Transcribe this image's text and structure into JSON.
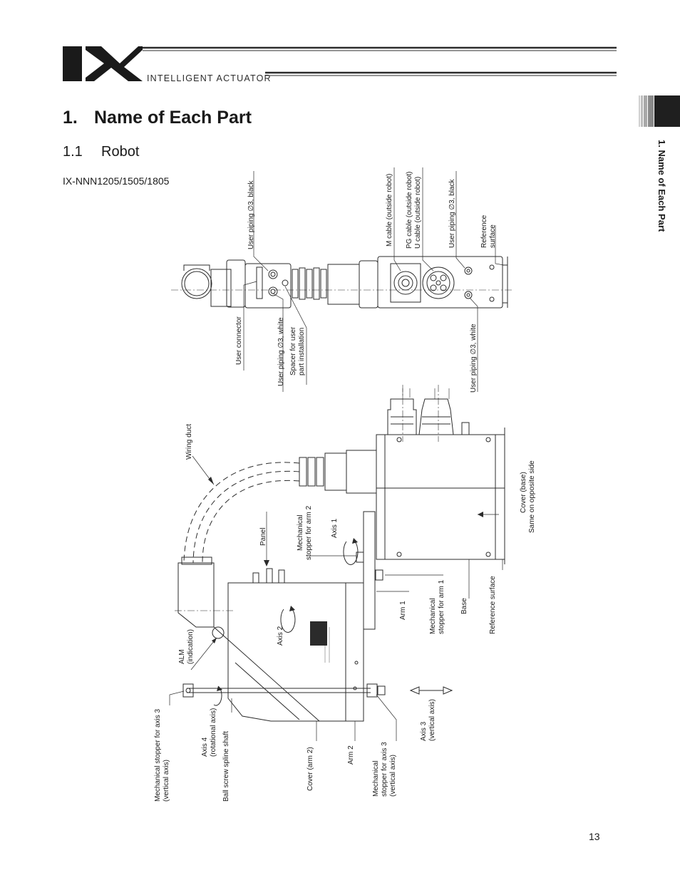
{
  "header": {
    "brand_text": "INTELLIGENT ACTUATOR"
  },
  "side_tab": {
    "label": "1. Name of Each Part"
  },
  "section": {
    "number": "1.",
    "title": "Name of Each Part"
  },
  "subsection": {
    "number": "1.1",
    "title": "Robot"
  },
  "model": "IX-NNN1205/1505/1805",
  "diagram": {
    "top_view_labels": {
      "user_piping_black_left": "User piping ∅3, black",
      "user_connector": "User connector",
      "user_piping_white_left": "User piping ∅3, white",
      "spacer_line1": "Spacer for user",
      "spacer_line2": "part installation",
      "m_cable": "M cable (outside robot)",
      "pg_cable": "PG cable (outside robot)",
      "u_cable": "U cable (outside robot)",
      "user_piping_black_right": "User piping ∅3, black",
      "reference_surface_line1": "Reference",
      "reference_surface_line2": "surface",
      "user_piping_white_right": "User piping ∅3, white"
    },
    "side_view_labels": {
      "wiring_duct": "Wiring duct",
      "panel": "Panel",
      "mech_stopper_arm2_line1": "Mechanical",
      "mech_stopper_arm2_line2": "stopper for arm 2",
      "axis1": "Axis 1",
      "cover_base_line1": "Cover (base)",
      "cover_base_line2": "Same on opposite side",
      "alm_line1": "ALM",
      "alm_line2": "(indication)",
      "axis2": "Axis 2",
      "arm1": "Arm 1",
      "mech_stopper_arm1_line1": "Mechanical",
      "mech_stopper_arm1_line2": "stopper for arm 1",
      "base": "Base",
      "reference_surface": "Reference surface",
      "mech_stopper_axis3_line1": "Mechanical stopper for axis 3",
      "mech_stopper_axis3_line2": "(vertical axis)",
      "axis4_line1": "Axis 4",
      "axis4_line2": "(rotational axis)",
      "ball_screw": "Ball screw spline shaft",
      "cover_arm2": "Cover (arm 2)",
      "arm2": "Arm 2",
      "mech_stopper_axis3b_line1": "Mechanical",
      "mech_stopper_axis3b_line2": "stopper for axis 3",
      "mech_stopper_axis3b_line3": "(vertical axis)",
      "axis3_line1": "Axis 3",
      "axis3_line2": "(vertical axis)"
    }
  },
  "page_number": "13"
}
